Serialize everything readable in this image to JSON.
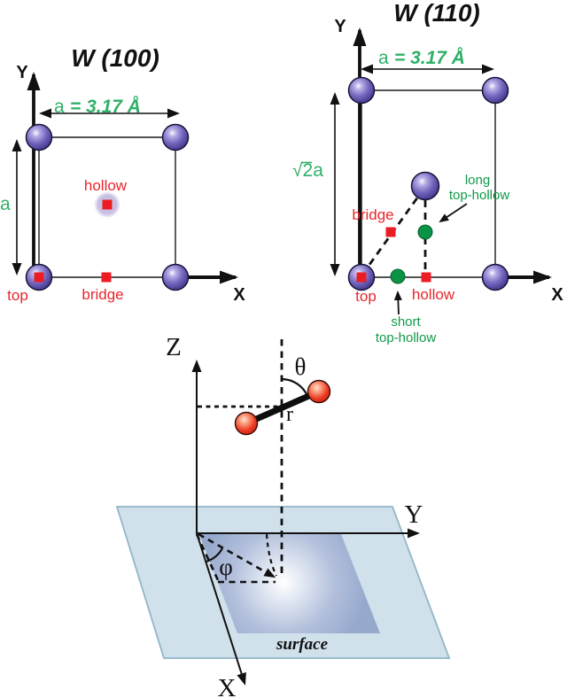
{
  "figure": {
    "w100": {
      "title": "W (100)",
      "y_axis": "Y",
      "x_axis": "X",
      "lattice_prefix": "a",
      "lattice_value": "= 3.17 Å",
      "side_length": "a",
      "site_hollow": "hollow",
      "site_top": "top",
      "site_bridge": "bridge"
    },
    "w110": {
      "title": "W (110)",
      "y_axis": "Y",
      "x_axis": "X",
      "lattice_prefix": "a",
      "lattice_value": "= 3.17 Å",
      "side_radical": "√",
      "side_radicand": "2",
      "side_suffix": "a",
      "site_bridge": "bridge",
      "site_top": "top",
      "site_hollow": "hollow",
      "site_long_line1": "long",
      "site_long_line2": "top-hollow",
      "site_short_line1": "short",
      "site_short_line2": "top-hollow"
    },
    "coords": {
      "z_axis": "Z",
      "y_axis": "Y",
      "x_axis": "X",
      "theta": "θ",
      "phi": "φ",
      "bond_length": "r",
      "surface_label": "surface"
    },
    "colors": {
      "annotation_green": "#2fb068",
      "site_label_green": "#109a48",
      "annotation_red": "#e8262c",
      "site_marker_green": "#0a9345",
      "atom_purple": "#463a8e",
      "molecule_red": "#e03120",
      "surface_outer": "#d0e1ec",
      "surface_inner": "#98abce"
    }
  }
}
